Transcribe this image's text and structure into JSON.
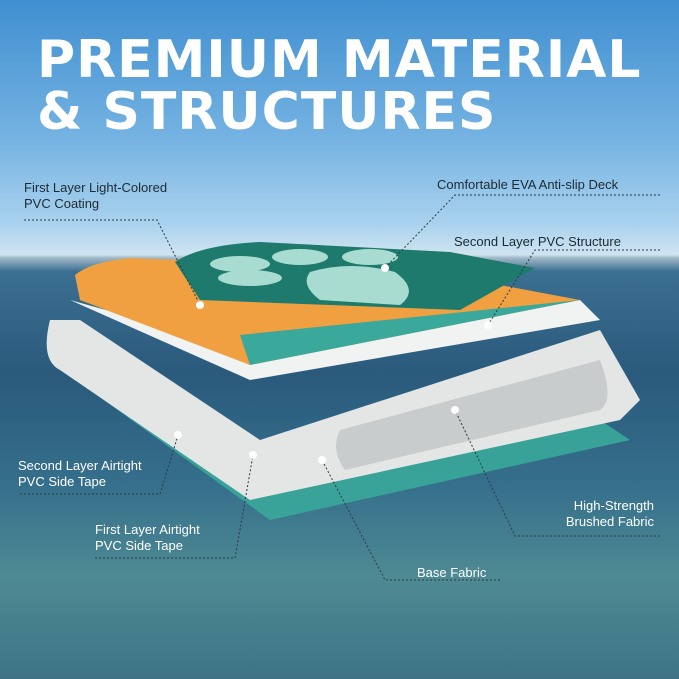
{
  "title": {
    "line1": "PREMIUM MATERIAL",
    "line2": "& STRUCTURES"
  },
  "labels": {
    "first_layer_coating": [
      "First Layer Light-Colored",
      "PVC Coating"
    ],
    "eva_deck": "Comfortable EVA Anti-slip Deck",
    "second_layer_pvc": "Second Layer PVC Structure",
    "second_side_tape": [
      "Second Layer Airtight",
      "PVC Side Tape"
    ],
    "first_side_tape": [
      "First Layer Airtight",
      "PVC Side Tape"
    ],
    "brushed_fabric": [
      "High-Strength",
      "Brushed Fabric"
    ],
    "base_fabric": "Base Fabric"
  },
  "colors": {
    "deck": "#1e7a6c",
    "orange": "#f0a040",
    "teal": "#3aa89a",
    "grey": "#e4e6e6"
  }
}
